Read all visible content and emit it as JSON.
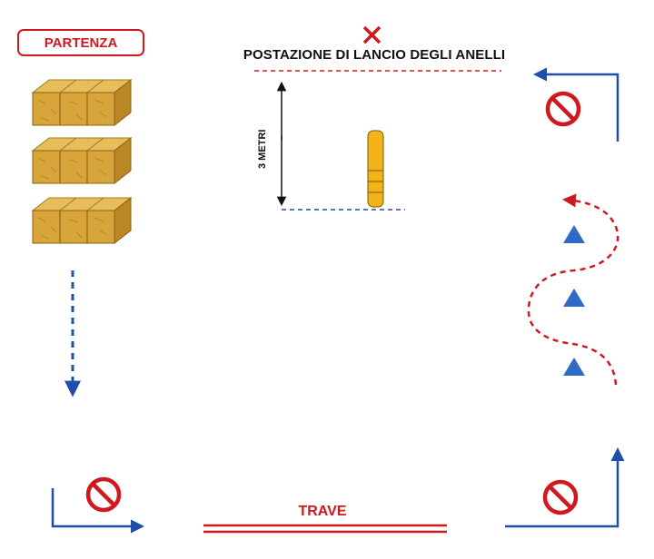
{
  "start_label": "PARTENZA",
  "station_label": "POSTAZIONE DI LANCIO DEGLI ANELLI",
  "distance_label": "3 METRI",
  "beam_label": "TRAVE",
  "colors": {
    "red": "#d0181f",
    "blue": "#1f4fa8",
    "hay": "#d8a53a",
    "peg": "#f2b418",
    "cone": "#2f6bc4"
  },
  "icons": [
    "hay-bale-icon",
    "cross-icon",
    "no-entry-icon",
    "cone-icon",
    "ring-peg-icon"
  ]
}
